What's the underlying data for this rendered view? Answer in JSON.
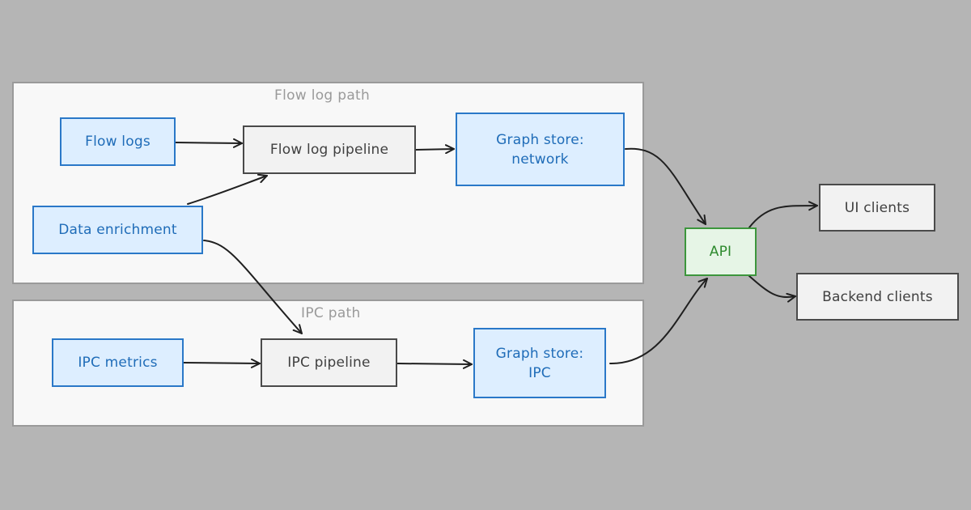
{
  "groups": {
    "flow_path": "Flow log path",
    "ipc_path": "IPC path"
  },
  "nodes": {
    "flow_logs": "Flow logs",
    "data_enrichment": "Data enrichment",
    "flow_log_pipeline": "Flow log pipeline",
    "graph_store_network": "Graph store:\nnetwork",
    "ipc_metrics": "IPC metrics",
    "ipc_pipeline": "IPC pipeline",
    "graph_store_ipc": "Graph store:\nIPC",
    "api": "API",
    "ui_clients": "UI clients",
    "backend_clients": "Backend clients"
  },
  "colors": {
    "background": "#b5b5b5",
    "group_fill": "#f8f8f8",
    "source_fill": "#ddeeff",
    "source_stroke": "#2a78c8",
    "pipeline_fill": "#f2f2f2",
    "pipeline_stroke": "#4a4a4a",
    "api_fill": "#e6f5e6",
    "api_stroke": "#3c963c"
  }
}
